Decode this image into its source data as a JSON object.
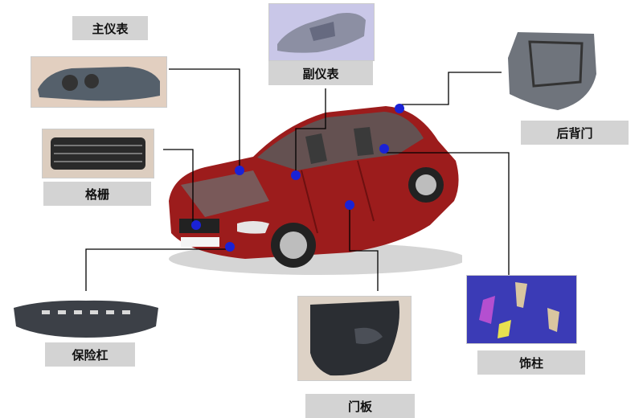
{
  "labels": {
    "main_dashboard": "主仪表",
    "sub_dashboard": "副仪表",
    "tailgate": "后背门",
    "grille": "格栅",
    "bumper": "保险杠",
    "door_panel": "门板",
    "pillar_trim": "饰柱"
  },
  "colors": {
    "label_bg": "#d3d3d3",
    "marker": "#1a22d6",
    "car_body": "#9c1c1c",
    "line": "#000000"
  },
  "icons": {
    "marker": "blue-dot"
  }
}
